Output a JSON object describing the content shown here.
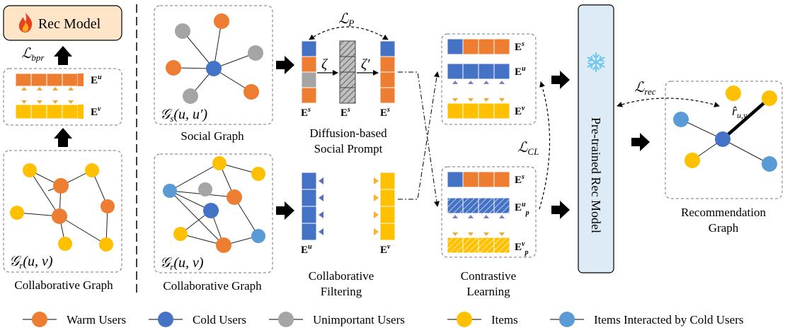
{
  "left_panel": {
    "rec_model_label": "Rec Model",
    "loss_bpr_main": "ℒ",
    "loss_bpr_sub": "bpr",
    "eu_label": "E",
    "eu_sup": "u",
    "ev_label": "E",
    "ev_sup": "v",
    "graph_formula": "𝒢",
    "graph_formula_sub": "r",
    "graph_formula_args": "(u, v)",
    "graph_caption": "Collaborative Graph"
  },
  "social_graph": {
    "formula": "𝒢",
    "formula_sub": "s",
    "formula_args": "(u, u′)",
    "caption": "Social Graph"
  },
  "collab_graph_2": {
    "formula": "𝒢",
    "formula_sub": "r",
    "formula_args": "(u, v)",
    "caption": "Collaborative Graph"
  },
  "diffusion": {
    "loss_p_main": "ℒ",
    "loss_p_sub": "P",
    "zeta": "ζ",
    "zeta_prime": "ζ′",
    "e1_label": "E",
    "e1_sup": "s",
    "e2_label": "E",
    "e2_sup": "s",
    "e3_label": "E",
    "e3_sup": "s",
    "caption_line1": "Diffusion-based",
    "caption_line2": "Social Prompt"
  },
  "cf": {
    "eu_label": "E",
    "eu_sup": "u",
    "ev_label": "E",
    "ev_sup": "v",
    "caption_line1": "Collaborative",
    "caption_line2": "Filtering"
  },
  "contrastive": {
    "top_es": "E",
    "top_es_sup": "s",
    "top_eu": "E",
    "top_eu_sup": "u",
    "top_ev": "E",
    "top_ev_sup": "v",
    "bot_es": "E",
    "bot_es_sup": "s",
    "bot_eu": "E",
    "bot_eu_sup": "u",
    "bot_eu_sub": "p",
    "bot_ev": "E",
    "bot_ev_sup": "v",
    "bot_ev_sub": "p",
    "loss_cl_main": "ℒ",
    "loss_cl_sub": "CL",
    "caption_line1": "Contrastive",
    "caption_line2": "Learning"
  },
  "pretrained": {
    "label": "Pre-trained Rec Model",
    "loss_rec_main": "ℒ",
    "loss_rec_sub": "rec"
  },
  "recommendation": {
    "r_hat": "r̂",
    "r_sub": "u,v",
    "caption_line1": "Recommendation",
    "caption_line2": "Graph"
  },
  "legend": {
    "items": [
      {
        "label": "Warm Users",
        "color": "#ED7D31"
      },
      {
        "label": "Cold Users",
        "color": "#4472C4"
      },
      {
        "label": "Unimportant Users",
        "color": "#A5A5A5"
      },
      {
        "label": "Items",
        "color": "#FFC000"
      },
      {
        "label": "Items Interacted by Cold Users",
        "color": "#5B9BD5"
      }
    ]
  },
  "colors": {
    "orange": "#ED7D31",
    "blue": "#4472C4",
    "gray": "#A5A5A5",
    "yellow": "#FFC000",
    "lightblue": "#5B9BD5",
    "rec_box": "#FFE5C8",
    "pretrained_box": "#DDEBF7",
    "snowflake": "#70C8F0"
  }
}
